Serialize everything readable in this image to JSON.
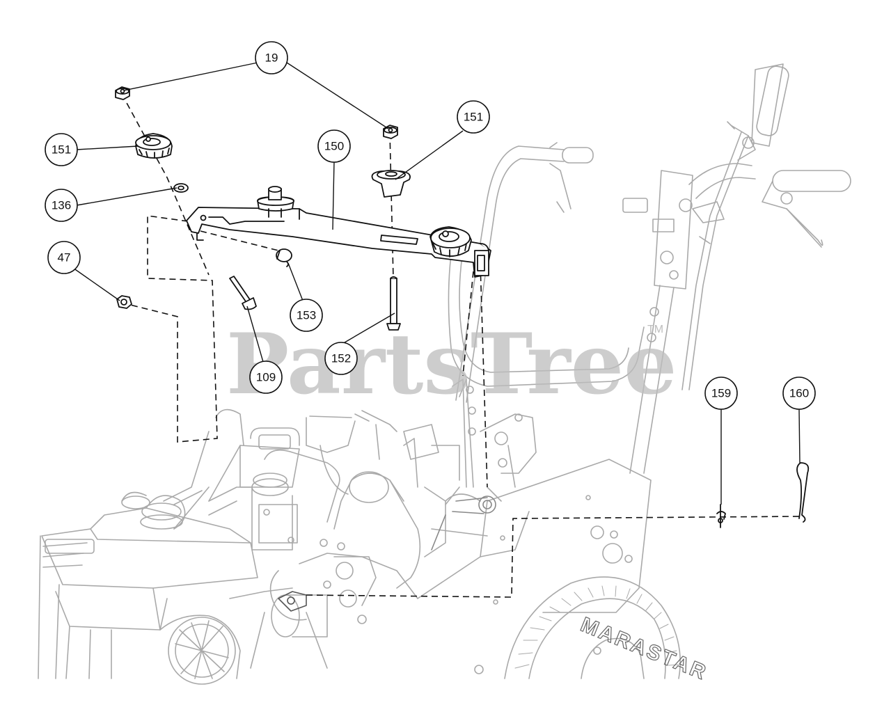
{
  "watermark": {
    "text": "PartsTree",
    "tm": "TM"
  },
  "tire_brand": "MARASTAR",
  "colors": {
    "line": "#111111",
    "faint": "#b8b8b8",
    "watermark": "#bdbdbd"
  },
  "callouts": [
    {
      "id": "c19",
      "label": "19"
    },
    {
      "id": "c151a",
      "label": "151"
    },
    {
      "id": "c151b",
      "label": "151"
    },
    {
      "id": "c150",
      "label": "150"
    },
    {
      "id": "c136",
      "label": "136"
    },
    {
      "id": "c47",
      "label": "47"
    },
    {
      "id": "c153",
      "label": "153"
    },
    {
      "id": "c152",
      "label": "152"
    },
    {
      "id": "c109",
      "label": "109"
    },
    {
      "id": "c159",
      "label": "159"
    },
    {
      "id": "c160",
      "label": "160"
    }
  ]
}
